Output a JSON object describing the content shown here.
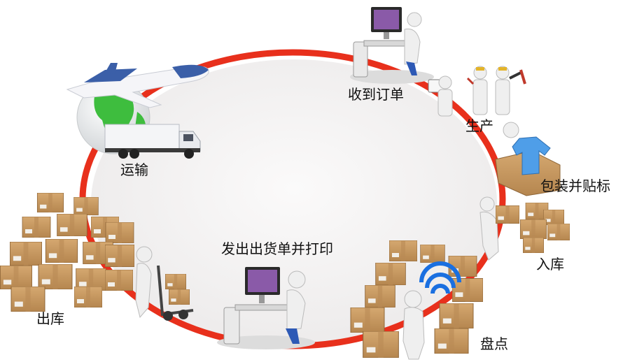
{
  "stages": [
    {
      "id": "receive-order",
      "label": "收到订单"
    },
    {
      "id": "produce",
      "label": "生产"
    },
    {
      "id": "pack-label",
      "label": "包装并贴标"
    },
    {
      "id": "warehousing",
      "label": "入库"
    },
    {
      "id": "stocktake",
      "label": "盘点"
    },
    {
      "id": "print-invoice",
      "label": "发出出货单并打印"
    },
    {
      "id": "outbound",
      "label": "出库"
    },
    {
      "id": "transport",
      "label": "运输"
    }
  ],
  "colors": {
    "ring": "#e8301c",
    "disc": "#f3f1f2",
    "box": "#c99a63",
    "box_dark": "#a97b48",
    "figure": "#eeeeee",
    "globe_green": "#3ebd3e",
    "plane": "#3b5fa8",
    "wifi": "#1a6fe0",
    "shirt": "#4f9ee8"
  }
}
